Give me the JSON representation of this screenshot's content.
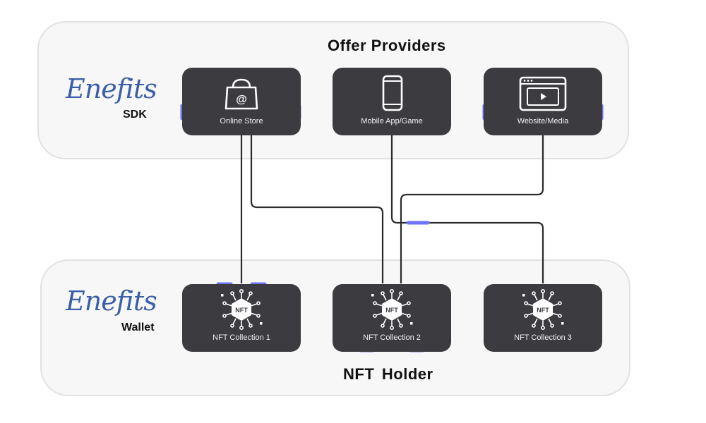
{
  "top_group": {
    "title": "Offer Providers",
    "brand": "Enefits",
    "subtitle": "SDK"
  },
  "bottom_group": {
    "title": "NFT  Holder",
    "brand": "Enefits",
    "subtitle": "Wallet"
  },
  "providers": [
    {
      "label": "Online Store",
      "icon": "shopping-bag-icon"
    },
    {
      "label": "Mobile App/Game",
      "icon": "mobile-phone-icon"
    },
    {
      "label": "Website/Media",
      "icon": "browser-video-icon"
    }
  ],
  "collections": [
    {
      "label": "NFT Collection 1",
      "icon": "nft-chip-icon",
      "chip_text": "NFT"
    },
    {
      "label": "NFT Collection 2",
      "icon": "nft-chip-icon",
      "chip_text": "NFT"
    },
    {
      "label": "NFT Collection 3",
      "icon": "nft-chip-icon",
      "chip_text": "NFT"
    }
  ],
  "colors": {
    "card": "#3b3b40",
    "accent": "#6b73ff",
    "brand": "#3b5ea8",
    "line": "#2b2b2b"
  },
  "icon_glyphs": {
    "at_sign": "@"
  }
}
